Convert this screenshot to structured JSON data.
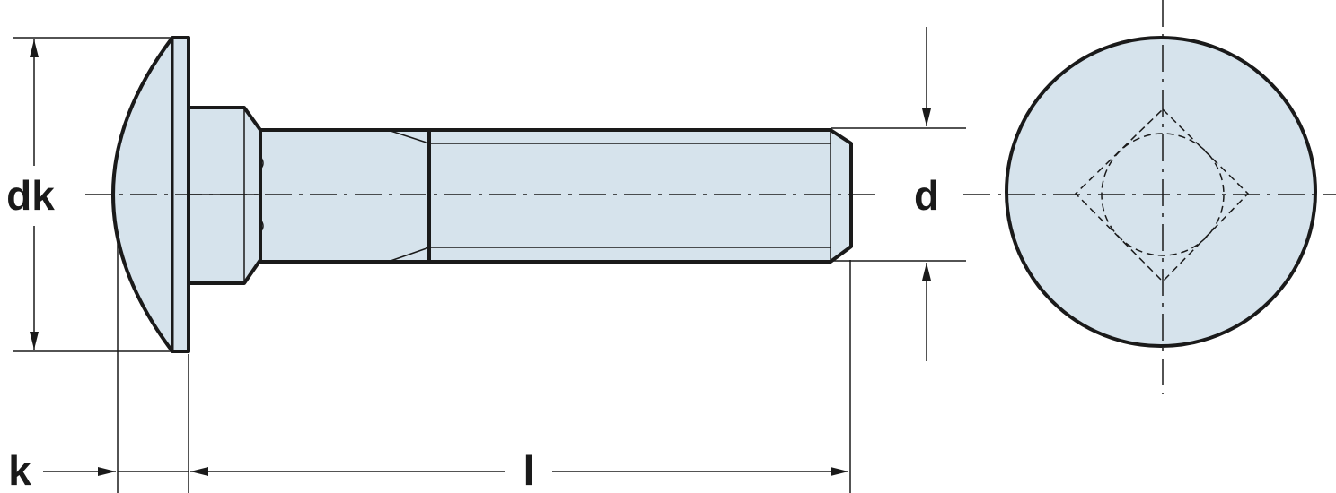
{
  "labels": {
    "head_diameter": "dk",
    "head_height": "k",
    "length": "l",
    "thread_diameter": "d"
  },
  "colors": {
    "fill": "#d6e3ec",
    "stroke": "#1a1a1a",
    "background": "#ffffff"
  }
}
